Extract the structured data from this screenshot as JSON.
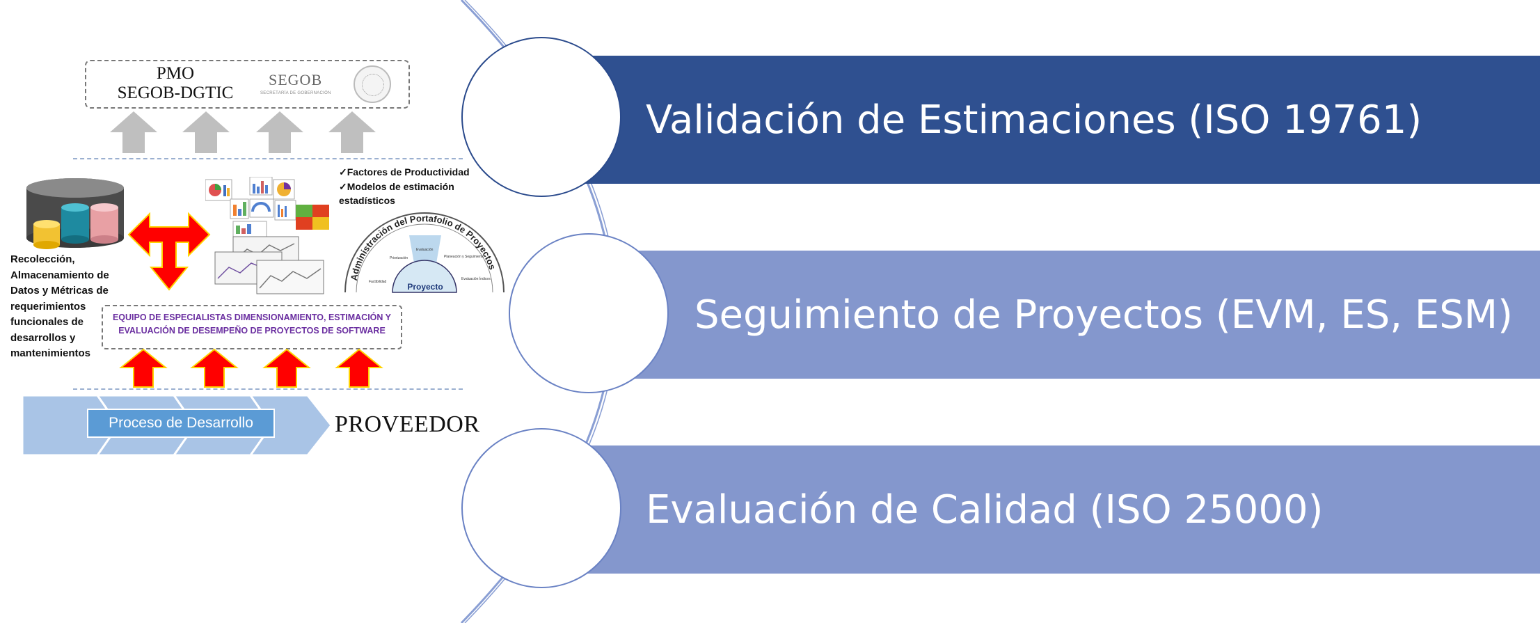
{
  "diagram": {
    "pmo": {
      "line1": "PMO",
      "line2": "SEGOB-DGTIC",
      "segob": "SEGOB",
      "segob_sub": "SECRETARÍA DE GOBERNACIÓN"
    },
    "side_text": "Recolección, Almacenamiento de Datos y Métricas de requerimientos funcionales de desarrollos y mantenimientos",
    "factors": [
      "✓Factores de Productividad",
      "✓Modelos de estimación estadísticos"
    ],
    "portfolio": {
      "arc_title": "Administración del Portafolio de Proyectos",
      "center": "Proyecto",
      "labels": [
        "Priorización",
        "Evaluación",
        "Planeación y Seguimiento",
        "Factibilidad",
        "Evaluación Índices"
      ]
    },
    "equipo": [
      "EQUIPO DE ESPECIALISTAS DIMENSIONAMIENTO,  ESTIMACIÓN Y",
      "EVALUACIÓN DE DESEMPEÑO DE PROYECTOS DE SOFTWARE"
    ],
    "proceso": "Proceso de Desarrollo",
    "proveedor": "PROVEEDOR"
  },
  "steps": [
    {
      "label": "Validación de Estimaciones (ISO 19761)",
      "color": "#2f5090"
    },
    {
      "label": "Seguimiento de Proyectos (EVM, ES, ESM)",
      "color": "#8497cd"
    },
    {
      "label": "Evaluación de Calidad (ISO 25000)",
      "color": "#8497cd"
    }
  ],
  "colors": {
    "dark_blue": "#2f5090",
    "light_blue": "#8497cd",
    "arrow_red": "#ff0000",
    "arrow_gray": "#bfbfbf",
    "chevron_blue": "#a9c4e6"
  }
}
